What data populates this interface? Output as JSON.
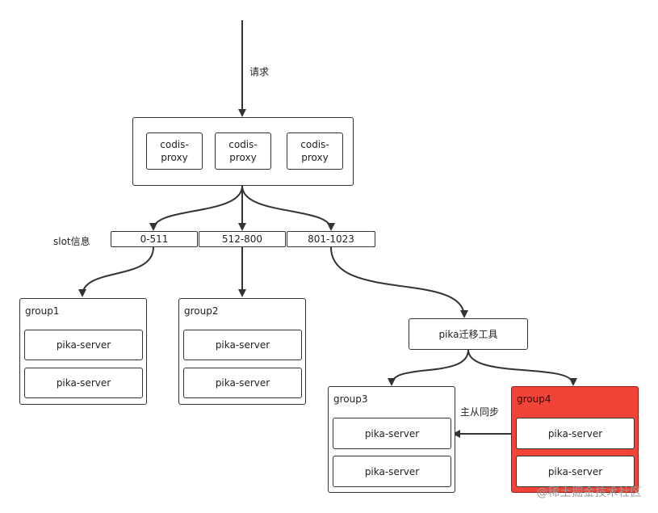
{
  "request_label": "请求",
  "proxies": [
    "codis-\nproxy",
    "codis-\nproxy",
    "codis-\nproxy"
  ],
  "slot_info_label": "slot信息",
  "slots": [
    "0-511",
    "512-800",
    "801-1023"
  ],
  "groups": [
    {
      "name": "group1",
      "servers": [
        "pika-server",
        "pika-server"
      ]
    },
    {
      "name": "group2",
      "servers": [
        "pika-server",
        "pika-server"
      ]
    },
    {
      "name": "group3",
      "servers": [
        "pika-server",
        "pika-server"
      ]
    },
    {
      "name": "group4",
      "servers": [
        "pika-server",
        "pika-server"
      ]
    }
  ],
  "migrate_tool": "pika迁移工具",
  "sync_label": "主从同步",
  "watermark": "@稀土掘金技术社区",
  "colors": {
    "highlight": "#f04438",
    "line": "#333333"
  }
}
